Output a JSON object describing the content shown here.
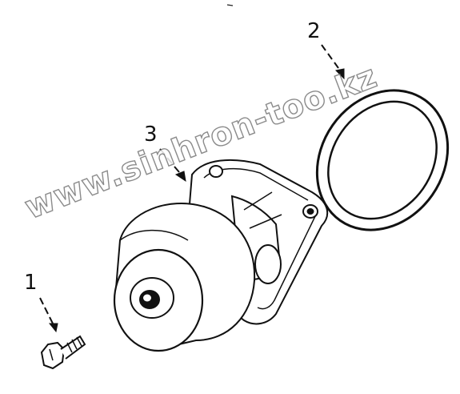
{
  "callouts": {
    "item_1": "1",
    "item_2": "2",
    "item_3": "3"
  },
  "watermark": "www.sinhron-too.kz",
  "parts": {
    "item_1": "bolt-icon",
    "item_2": "gasket-ring-icon",
    "item_3": "water-pump-icon"
  }
}
